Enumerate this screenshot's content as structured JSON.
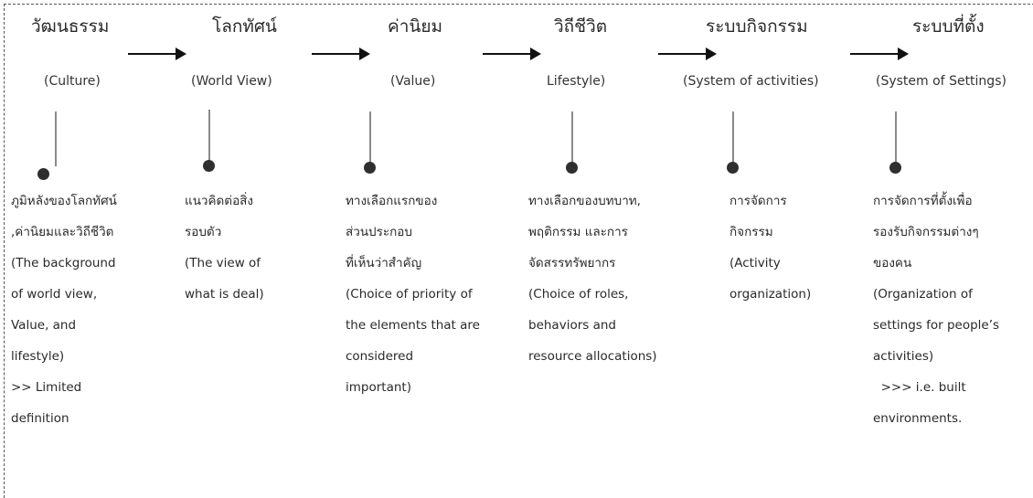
{
  "columns": [
    {
      "title_th": "วัฒนธรรม",
      "title_en": "(Culture)",
      "description": [
        "ภูมิหลังของโลกทัศน์",
        ",ค่านิยมและวิถีชีวิต",
        "(The background",
        "of world view,",
        "Value, and",
        "lifestyle)",
        ">> Limited",
        "definition"
      ]
    },
    {
      "title_th": "โลกทัศน์",
      "title_en": "(World View)",
      "description": [
        "แนวคิดต่อสิ่ง",
        "รอบตัว",
        "(The view of",
        "what is deal)"
      ]
    },
    {
      "title_th": "ค่านิยม",
      "title_en": "(Value)",
      "description": [
        "ทางเลือกแรกของ",
        "ส่วนประกอบ",
        "ที่เห็นว่าสำคัญ",
        "(Choice of priority of",
        "the elements that are",
        "considered",
        "important)"
      ]
    },
    {
      "title_th": "วิถีชีวิต",
      "title_en": "Lifestyle)",
      "description": [
        "ทางเลือกของบทบาท,",
        "พฤติกรรม และการ",
        "จัดสรรทรัพยากร",
        "(Choice of roles,",
        "behaviors and",
        "resource allocations)"
      ]
    },
    {
      "title_th": "ระบบกิจกรรม",
      "title_en": "(System of activities)",
      "description": [
        "การจัดการ",
        "กิจกรรม",
        "(Activity",
        "organization)"
      ]
    },
    {
      "title_th": "ระบบที่ตั้ง",
      "title_en": "(System of Settings)",
      "description": [
        "การจัดการที่ตั้งเพื่อ",
        "รองรับกิจกรรมต่างๆ",
        "ของคน",
        "(Organization of",
        "settings for people’s",
        "activities)",
        "  >>> i.e. built",
        "environments."
      ]
    }
  ]
}
